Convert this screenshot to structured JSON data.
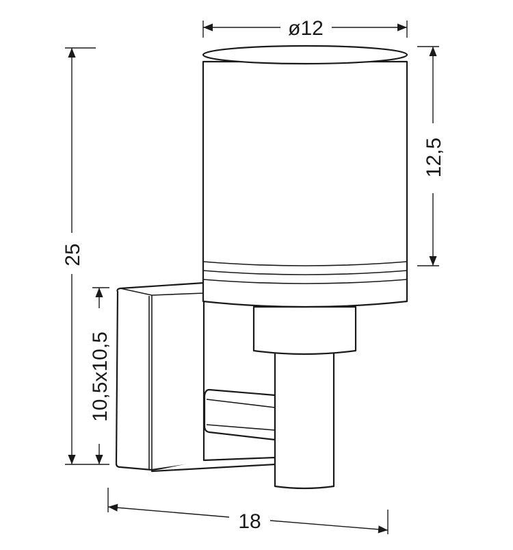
{
  "drawing": {
    "title": "Wall lamp dimension drawing",
    "units_shown": false,
    "dimensions": {
      "shade_diameter": "ø12",
      "shade_height": "12,5",
      "total_height": "25",
      "backplate_size": "10,5x10,5",
      "projection": "18"
    },
    "line_color": "#1a1a1a",
    "background": "#ffffff"
  }
}
